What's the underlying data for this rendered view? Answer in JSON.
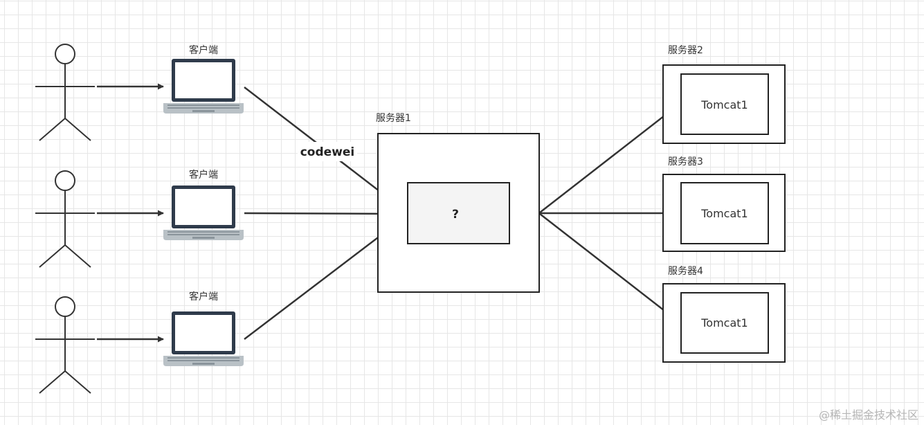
{
  "clients": [
    {
      "label": "客户端"
    },
    {
      "label": "客户端"
    },
    {
      "label": "客户端"
    }
  ],
  "proxy": {
    "label": "服务器1",
    "inner": "?"
  },
  "servers": [
    {
      "label": "服务器2",
      "inner": "Tomcat1"
    },
    {
      "label": "服务器3",
      "inner": "Tomcat1"
    },
    {
      "label": "服务器4",
      "inner": "Tomcat1"
    }
  ],
  "annotation": "codewei",
  "watermark": "@稀土掘金技术社区",
  "colors": {
    "line": "#333333",
    "laptop": "#2f3b4b",
    "keyboard": "#b9c1c6",
    "proxy_inner": "#f4f4f4"
  }
}
